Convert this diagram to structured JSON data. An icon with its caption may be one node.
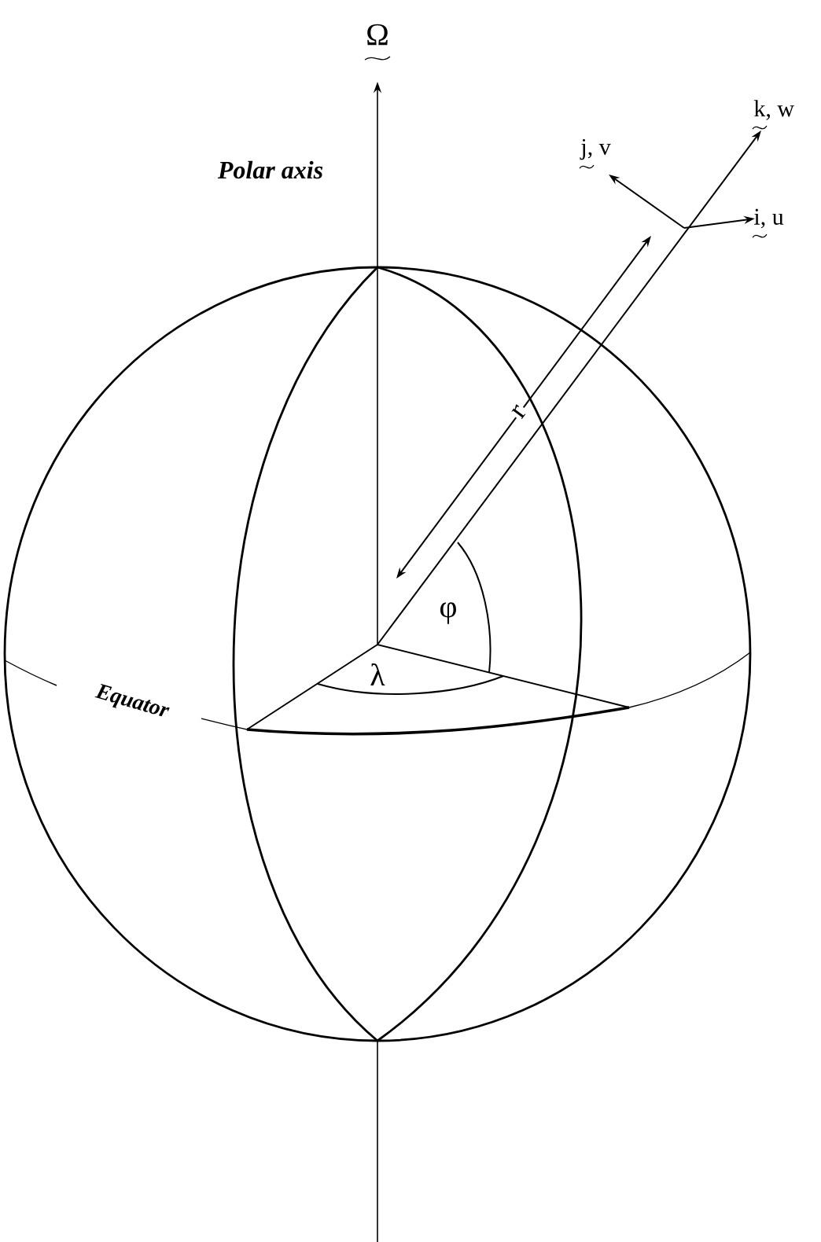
{
  "diagram": {
    "labels": [
      "Ω",
      "k, w",
      "j, v",
      "Polar axis",
      "i, u",
      "r",
      "φ",
      "λ",
      "Equator"
    ]
  }
}
